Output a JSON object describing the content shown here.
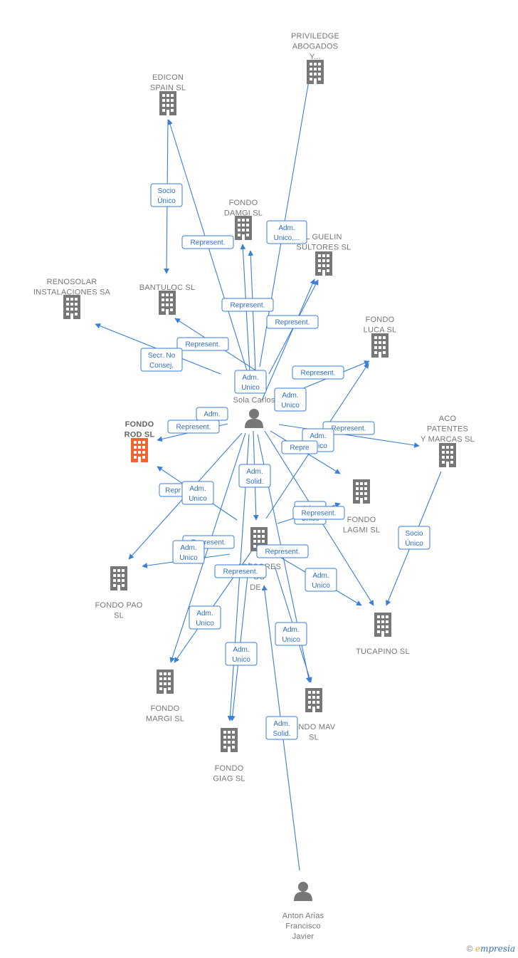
{
  "colors": {
    "edge": "#3a7fd5",
    "company": "#777777",
    "highlight": "#f26430",
    "person": "#777777"
  },
  "nodes": [
    {
      "id": "priviledge",
      "type": "company",
      "lines": [
        "PRIVILEDGE",
        "ABOGADOS",
        "Y..."
      ]
    },
    {
      "id": "edicon",
      "type": "company",
      "lines": [
        "EDICON",
        "SPAIN SL"
      ]
    },
    {
      "id": "damgi",
      "type": "company",
      "lines": [
        "FONDO",
        "DAMGI  SL"
      ]
    },
    {
      "id": "guelin",
      "type": "company",
      "lines": [
        "L GUELIN",
        "SULTORES SL"
      ]
    },
    {
      "id": "renosolar",
      "type": "company",
      "lines": [
        "RENOSOLAR",
        "INSTALACIONES SA"
      ]
    },
    {
      "id": "bantuloc",
      "type": "company",
      "lines": [
        "BANTULOC  SL"
      ]
    },
    {
      "id": "luca",
      "type": "company",
      "lines": [
        "FONDO",
        "LUCA  SL"
      ]
    },
    {
      "id": "center",
      "type": "person",
      "lines": [
        "Sola Carlos"
      ]
    },
    {
      "id": "rod",
      "type": "company",
      "highlight": true,
      "lines": [
        "FONDO",
        "ROD  SL"
      ]
    },
    {
      "id": "aco",
      "type": "company",
      "lines": [
        "ACO",
        "PATENTES",
        "Y MARCAS SL"
      ]
    },
    {
      "id": "lagmi",
      "type": "company",
      "lines": [
        "FONDO",
        "LAGMI  SL"
      ]
    },
    {
      "id": "asesores",
      "type": "company",
      "lines": [
        "ASESORES",
        "OS",
        "DE..."
      ]
    },
    {
      "id": "pao",
      "type": "company",
      "lines": [
        "FONDO PAO",
        "SL"
      ]
    },
    {
      "id": "tucapino",
      "type": "company",
      "lines": [
        "TUCAPINO  SL"
      ]
    },
    {
      "id": "margi",
      "type": "company",
      "lines": [
        "FONDO",
        "MARGI  SL"
      ]
    },
    {
      "id": "mav",
      "type": "company",
      "lines": [
        "ONDO MAV",
        "SL"
      ]
    },
    {
      "id": "giag",
      "type": "company",
      "lines": [
        "FONDO",
        "GIAG  SL"
      ]
    },
    {
      "id": "anton",
      "type": "person",
      "lines": [
        "Anton Arias",
        "Francisco",
        "Javier"
      ]
    }
  ],
  "relations": [
    {
      "lines": [
        "Socio",
        "Único"
      ]
    },
    {
      "lines": [
        "Represent."
      ]
    },
    {
      "lines": [
        "Adm.",
        "Unico,..."
      ]
    },
    {
      "lines": [
        "Represent."
      ]
    },
    {
      "lines": [
        "Represent."
      ]
    },
    {
      "lines": [
        "Represent."
      ]
    },
    {
      "lines": [
        "Secr.  No",
        "Consej."
      ]
    },
    {
      "lines": [
        "Adm.",
        "Unico"
      ]
    },
    {
      "lines": [
        "Represent."
      ]
    },
    {
      "lines": [
        "Adm.",
        "Unico"
      ]
    },
    {
      "lines": [
        "Adm."
      ]
    },
    {
      "lines": [
        "Represent."
      ]
    },
    {
      "lines": [
        "Represent."
      ]
    },
    {
      "lines": [
        "Adm.",
        "Unico"
      ]
    },
    {
      "lines": [
        "Repr"
      ]
    },
    {
      "lines": [
        "Adm.",
        "Solid."
      ]
    },
    {
      "lines": [
        "Repre"
      ]
    },
    {
      "lines": [
        "Adm.",
        "Unico"
      ]
    },
    {
      "lines": [
        "Represent."
      ]
    },
    {
      "lines": [
        "Adm.",
        "Unico"
      ]
    },
    {
      "lines": [
        "Represent."
      ]
    },
    {
      "lines": [
        "Adm.",
        "Unico"
      ]
    },
    {
      "lines": [
        "Represent."
      ]
    },
    {
      "lines": [
        "Represent."
      ]
    },
    {
      "lines": [
        "Socio",
        "Único"
      ]
    },
    {
      "lines": [
        "Adm.",
        "Unico"
      ]
    },
    {
      "lines": [
        "Adm.",
        "Unico"
      ]
    },
    {
      "lines": [
        "Adm.",
        "Unico"
      ]
    },
    {
      "lines": [
        "Adm.",
        "Unico"
      ]
    },
    {
      "lines": [
        "Adm.",
        "Solid."
      ]
    }
  ],
  "footer": {
    "copyright": "©",
    "brand_initial": "e",
    "brand_rest": "mpresia"
  }
}
